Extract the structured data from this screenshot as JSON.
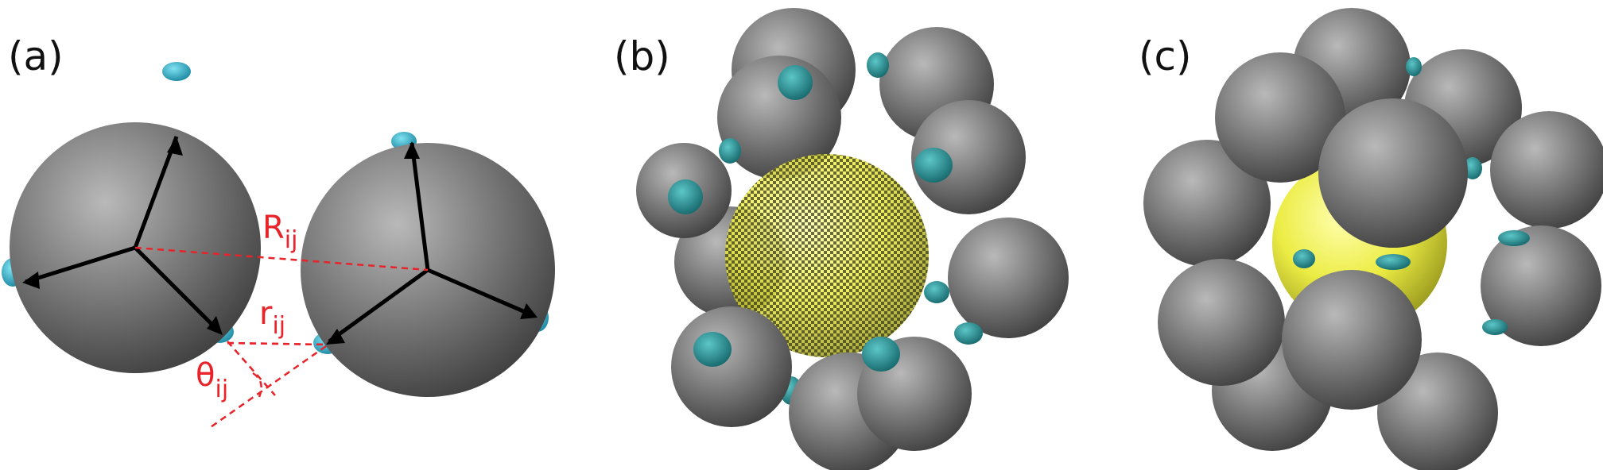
{
  "panels": [
    {
      "label": "(a)"
    },
    {
      "label": "(b)"
    },
    {
      "label": "(c)"
    }
  ],
  "annotations": {
    "R_main": "R",
    "R_sub": "ij",
    "r_main": "r",
    "r_sub": "ij",
    "theta_main": "θ",
    "theta_sub": "ij"
  },
  "colors": {
    "sphere": "#6d6d6d",
    "patch_cyan": "#2fb8cf",
    "patch_teal": "#2b8f94",
    "core_yellow": "#f2f04a",
    "annotation_red": "#e8232a",
    "vector_black": "#000000"
  }
}
